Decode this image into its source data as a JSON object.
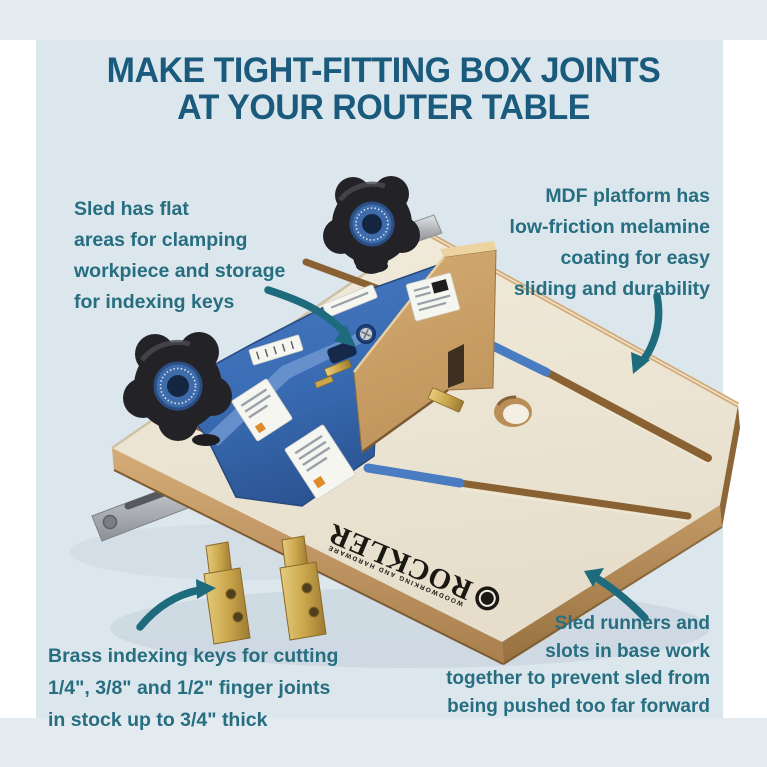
{
  "title": {
    "line1": "MAKE TIGHT-FITTING BOX JOINTS",
    "line2": "AT YOUR ROUTER TABLE"
  },
  "callouts": {
    "sled": {
      "lines": [
        "Sled has flat",
        "areas for clamping",
        "workpiece and storage",
        "for indexing keys"
      ]
    },
    "mdf": {
      "lines": [
        "MDF platform has",
        "low-friction melamine",
        "coating for easy",
        "sliding and durability"
      ]
    },
    "brass": {
      "lines": [
        "Brass indexing keys for cutting",
        "1/4\", 3/8\" and 1/2\" finger joints",
        "in stock up to 3/4\" thick"
      ]
    },
    "runners": {
      "lines": [
        "Sled runners and",
        "slots in base work",
        "together to prevent sled from",
        "being pushed too far forward"
      ]
    }
  },
  "product": {
    "brand": "ROCKLER",
    "brand_tagline": "WOODWORKING AND HARDWARE"
  },
  "colors": {
    "accent": "#1f6b7e",
    "accent_text": "#266e80",
    "title_color": "#1a5a7d",
    "panel_bg": "#dce6ed",
    "frame_bg": "#e3eaf0",
    "board_top": "#ece5d2",
    "board_edge": "#c59d6b",
    "slot_brown": "#8a6132",
    "sled_blue": "#3a6db5",
    "knob_black": "#232327",
    "brass": "#c9a54b",
    "silver": "#b9bcc0"
  }
}
